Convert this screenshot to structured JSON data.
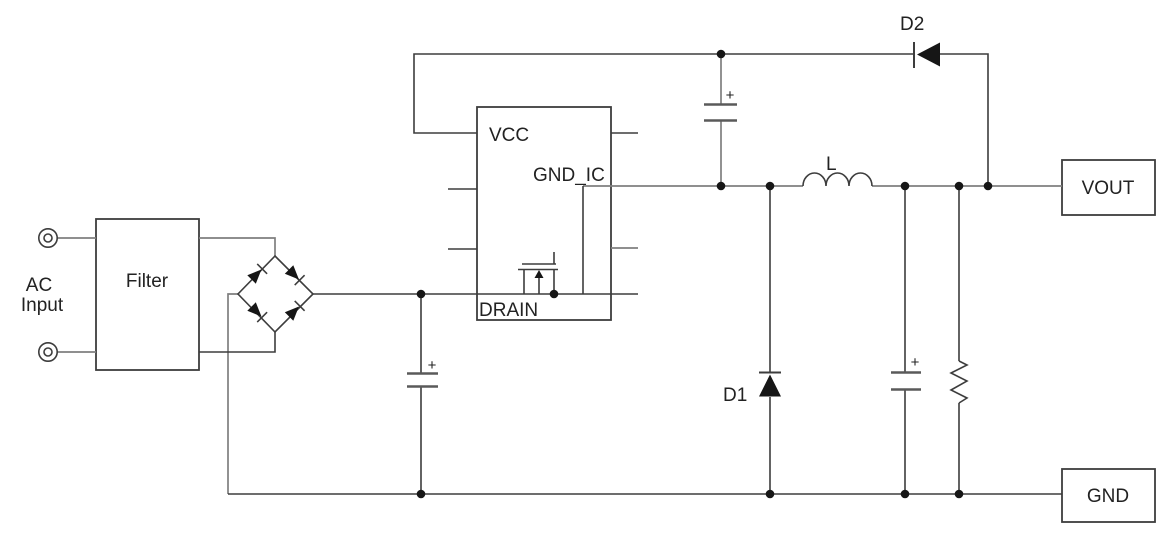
{
  "labels": {
    "ac_line1": "AC",
    "ac_line2": "Input",
    "filter": "Filter",
    "vcc": "VCC",
    "gnd_ic": "GND_IC",
    "drain": "DRAIN",
    "d1": "D1",
    "d2": "D2",
    "inductor": "L",
    "vout": "VOUT",
    "gnd": "GND",
    "plus": "+"
  },
  "colors": {
    "background": "#ffffff",
    "wire": "#3d3d3d",
    "wire_light": "#7f7f7f",
    "plate": "#5a5a5a",
    "component_fill": "#161616",
    "text": "#222222"
  }
}
